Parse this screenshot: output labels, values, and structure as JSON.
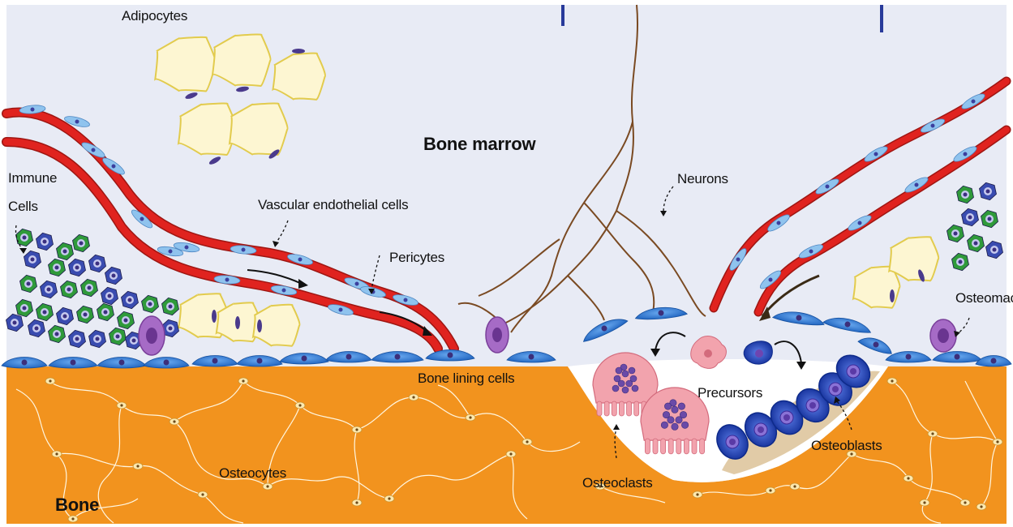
{
  "labels": {
    "adipocytes": "Adipocytes",
    "bone_marrow": "Bone marrow",
    "immune_line1": "Immune",
    "immune_line2": "Cells",
    "vascular": "Vascular endothelial cells",
    "pericytes": "Pericytes",
    "neurons": "Neurons",
    "osteomac": "Osteomac",
    "bone_lining": "Bone lining cells",
    "precursors": "Precursors",
    "osteoblasts": "Osteoblasts",
    "osteoclasts": "Osteoclasts",
    "osteocytes": "Osteocytes",
    "bone": "Bone"
  },
  "colors": {
    "marrow": "#e8ebf5",
    "bone": "#f2931e",
    "vessel": "#e0231f",
    "endothelial": "#8fc3ee",
    "lining": "#2f7fd6",
    "adipocyte": "#fdf6d2",
    "immune_green": "#2f9a3a",
    "immune_blue": "#3a4cb0",
    "macrophage": "#a66bc6",
    "osteoclast": "#f2a3ad",
    "osteoblast": "#1e44b8",
    "neuron": "#7a4a22",
    "resorption_pit": "#ffffff",
    "osteoid": "#dcc298"
  }
}
